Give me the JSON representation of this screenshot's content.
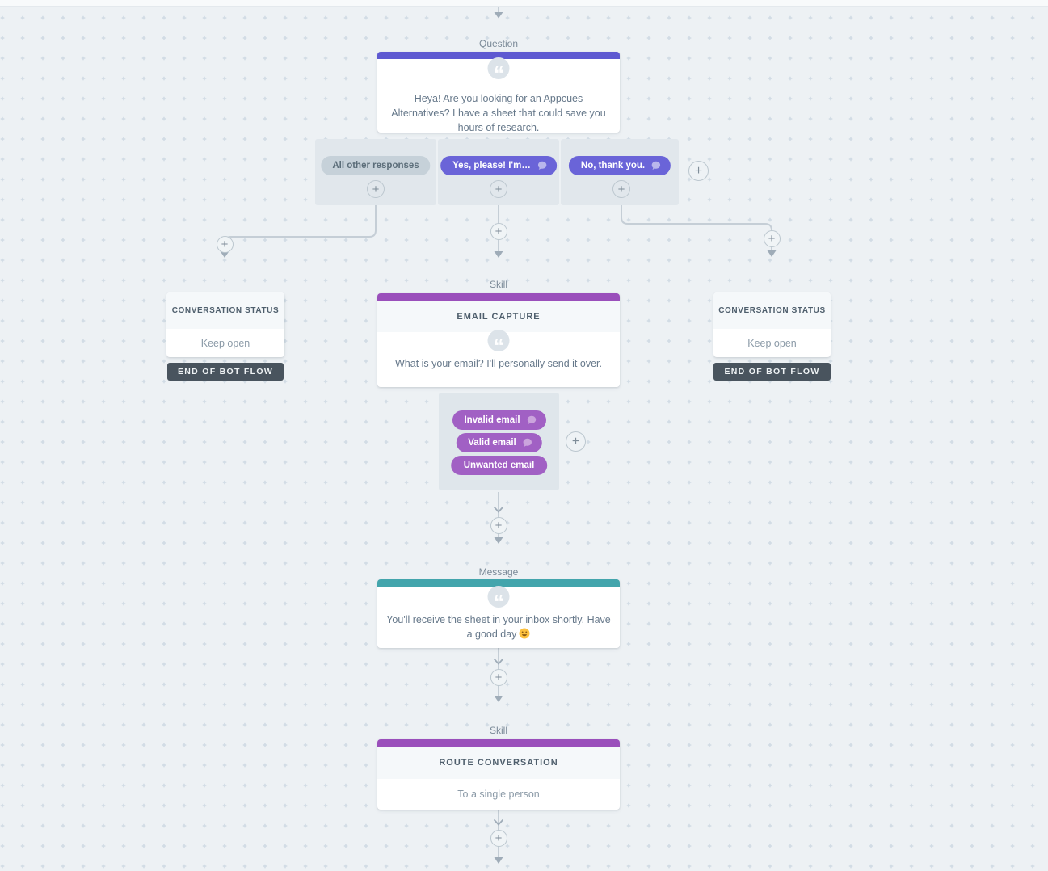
{
  "colors": {
    "question_accent": "#5e59d1",
    "skill_accent": "#9a4fbb",
    "message_accent": "#43a5ac",
    "indigo_pill": "#6a64d8",
    "violet_pill": "#a160c4",
    "badge_bg": "#49545e",
    "connector": "#c5ced6"
  },
  "icons": {
    "add": "+",
    "quote": "“",
    "chat_bubble": "chat-bubble-icon",
    "down_arrow": "down-arrow",
    "smiley": "😊"
  },
  "flow": {
    "question": {
      "type_label": "Question",
      "text": "Heya! Are you looking for an Appcues Alternatives? I have a sheet that could save you hours of research."
    },
    "answers": [
      {
        "label": "All other responses"
      },
      {
        "label": "Yes, please! I'm…"
      },
      {
        "label": "No, thank you."
      }
    ],
    "status_left": {
      "title": "CONVERSATION STATUS",
      "value": "Keep open",
      "badge": "END OF BOT FLOW"
    },
    "status_right": {
      "title": "CONVERSATION STATUS",
      "value": "Keep open",
      "badge": "END OF BOT FLOW"
    },
    "email_capture": {
      "type_label": "Skill",
      "title": "EMAIL CAPTURE",
      "text": "What is your email? I'll personally send it over."
    },
    "email_branches": [
      {
        "label": "Invalid email"
      },
      {
        "label": "Valid email"
      },
      {
        "label": "Unwanted email"
      }
    ],
    "message": {
      "type_label": "Message",
      "text": "You'll receive the sheet in your inbox shortly. Have a good day",
      "emoji": "😊"
    },
    "route": {
      "type_label": "Skill",
      "title": "ROUTE CONVERSATION",
      "value": "To a single person"
    }
  }
}
